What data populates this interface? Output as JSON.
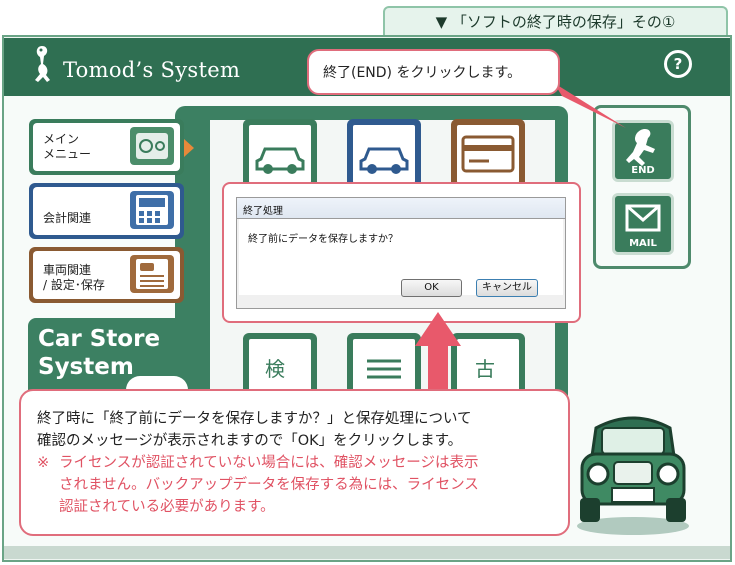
{
  "banner": {
    "text": "▼ 「ソフトの終了時の保存」その①"
  },
  "app": {
    "title": "Tomod’s System",
    "help_label": "?"
  },
  "sidebar": {
    "items": [
      {
        "label": "メイン\nメニュー",
        "color": "#3a7c5c"
      },
      {
        "label": "会計関連",
        "color": "#2f5a8f"
      },
      {
        "label": "車両関連\n/ 設定･保存",
        "color": "#8a5a32"
      }
    ],
    "product_title": "Car Store\nSystem"
  },
  "side_buttons": {
    "end_label": "END",
    "mail_label": "MAIL"
  },
  "callout_end": {
    "text": "終了(END) をクリックします。"
  },
  "dialog": {
    "title": "終了処理",
    "message": "終了前にデータを保存しますか？",
    "ok_label": "OK",
    "cancel_label": "キャンセル"
  },
  "tiles": {
    "tile_kanji_1": "検",
    "tile_kanji_2": "古"
  },
  "callout_main": {
    "line1": "終了時に「終了前にデータを保存しますか？」と保存処理について",
    "line2": "確認のメッセージが表示されますので「OK」をクリックします。",
    "note_mark": "※",
    "note_line1": "ライセンスが認証されていない場合には、確認メッセージは表示",
    "note_line2": "されません。バックアップデータを保存する為には、ライセンス",
    "note_line3": "認証されている必要があります。"
  },
  "colors": {
    "header": "#2f6f52",
    "accent_pink": "#e06d7c",
    "arrow": "#e8596b"
  }
}
